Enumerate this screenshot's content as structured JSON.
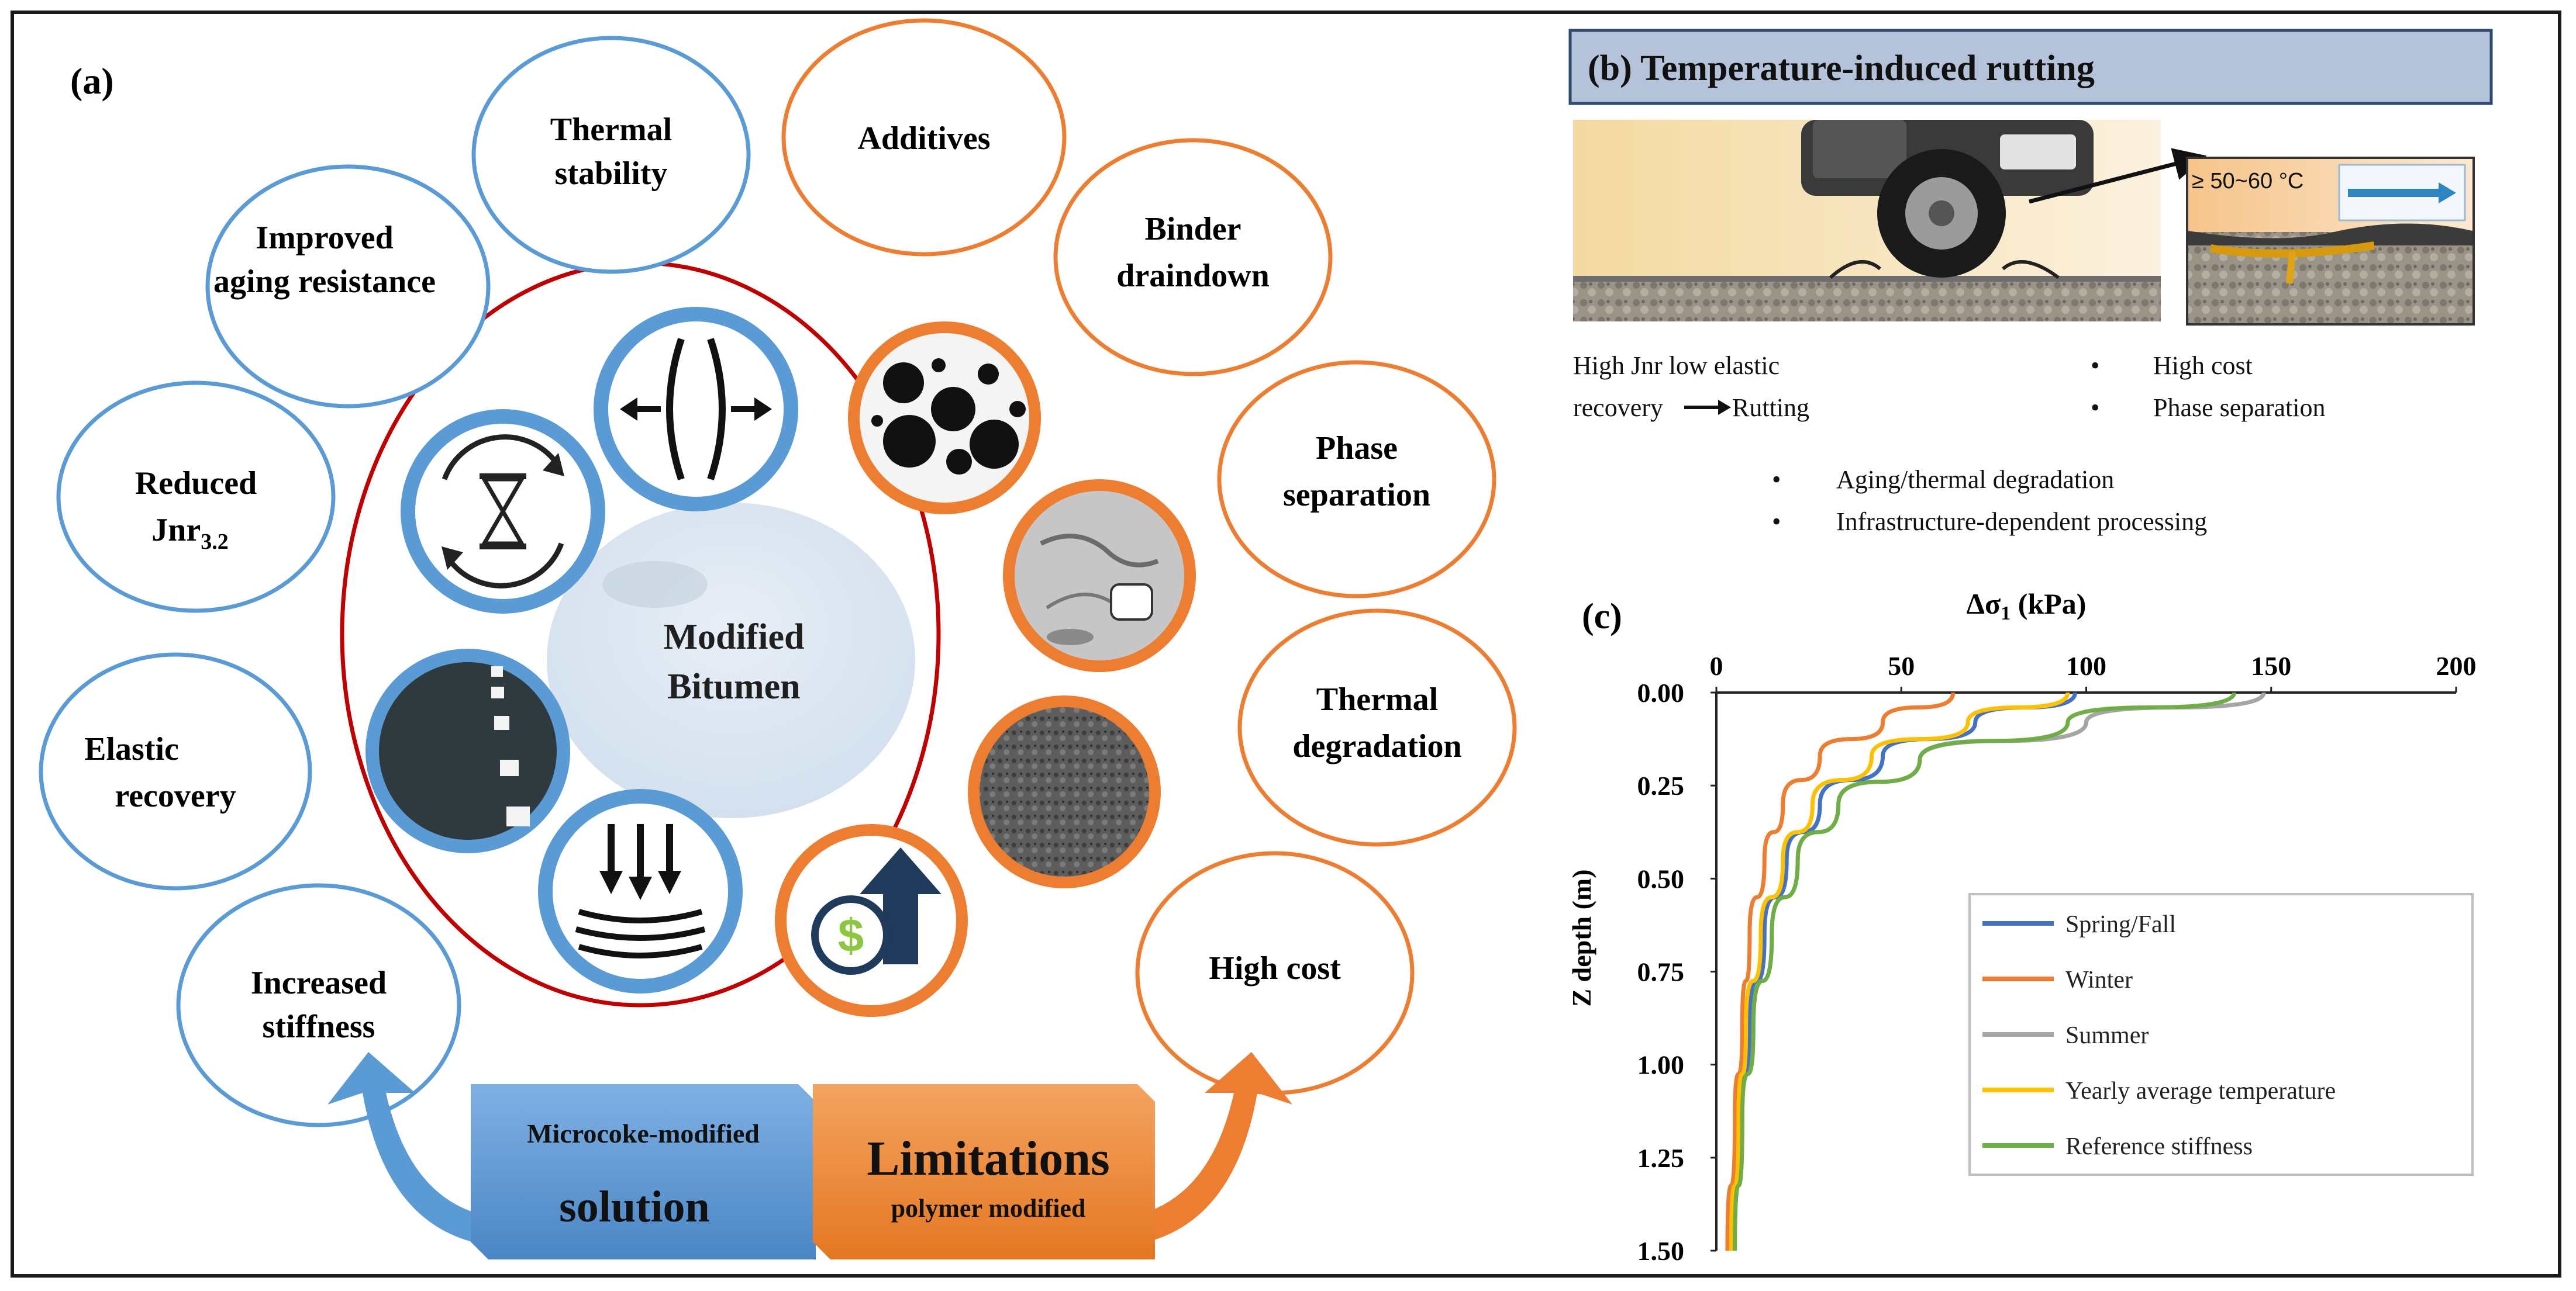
{
  "panel_a": {
    "label": "(a)",
    "center": {
      "line1": "Modified",
      "line2": "Bitumen"
    },
    "benefits": [
      {
        "id": "thermal-stability",
        "lines": [
          "Thermal",
          "stability"
        ]
      },
      {
        "id": "improved-aging-resistance",
        "lines": [
          "Improved",
          "aging resistance"
        ]
      },
      {
        "id": "reduced-jnr",
        "main": "Reduced",
        "jnr": "Jnr",
        "sub": "3.2"
      },
      {
        "id": "elastic-recovery",
        "lines": [
          "Elastic",
          "recovery"
        ]
      },
      {
        "id": "increased-stiffness",
        "lines": [
          "Increased",
          "stiffness"
        ]
      }
    ],
    "limitations": [
      {
        "id": "additives",
        "lines": [
          "Additives"
        ]
      },
      {
        "id": "binder-draindown",
        "lines": [
          "Binder",
          "draindown"
        ]
      },
      {
        "id": "phase-separation",
        "lines": [
          "Phase",
          "separation"
        ]
      },
      {
        "id": "thermal-degradation",
        "lines": [
          "Thermal",
          "degradation"
        ]
      },
      {
        "id": "high-cost",
        "lines": [
          "High cost"
        ]
      }
    ],
    "solution_box": {
      "small": "Microcoke-modified",
      "big": "solution"
    },
    "limitation_box": {
      "big": "Limitations",
      "small": "polymer modified"
    },
    "icons": [
      "expansion-icon",
      "bubbles-photo-icon",
      "cracked-pavement-icon",
      "rough-surface-icon",
      "cost-increase-icon",
      "compression-load-icon",
      "road-lane-icon",
      "hourglass-cycle-icon"
    ],
    "colors": {
      "blue": "#5b9bd5",
      "orange": "#ed7d31",
      "red_ring": "#c00000",
      "center_fill": "#dce6f1"
    }
  },
  "panel_b": {
    "title": "(b) Temperature-induced  rutting",
    "temp_label": "≥ 50~60 °C",
    "left_text": {
      "line1": "High  Jnr  low  elastic",
      "line2a": "recovery",
      "line2b": "Rutting"
    },
    "bullets_right": [
      "High  cost",
      "Phase separation"
    ],
    "bullets_center": [
      "Aging/thermal  degradation",
      "Infrastructure-dependent  processing"
    ]
  },
  "chart_data": {
    "type": "line",
    "panel_label": "(c)",
    "xlabel": "Δσ",
    "xlabel_sub": "1",
    "xlabel_unit": " (kPa)",
    "ylabel": "Z depth (m)",
    "x_axis_position": "top",
    "xlim": [
      0,
      200
    ],
    "ylim": [
      0,
      1.5
    ],
    "y_inverted": true,
    "x_ticks": [
      "0",
      "50",
      "100",
      "150",
      "200"
    ],
    "y_ticks": [
      "0.00",
      "0.25",
      "0.50",
      "0.75",
      "1.00",
      "1.25",
      "1.50"
    ],
    "legend_position": "lower-right",
    "series": [
      {
        "name": "Spring/Fall",
        "color": "#4472c4",
        "points": [
          [
            97,
            0
          ],
          [
            70,
            0.08
          ],
          [
            45,
            0.17
          ],
          [
            28,
            0.3
          ],
          [
            19,
            0.45
          ],
          [
            13,
            0.65
          ],
          [
            9,
            0.9
          ],
          [
            6,
            1.15
          ],
          [
            4,
            1.5
          ]
        ]
      },
      {
        "name": "Winter",
        "color": "#ed7d31",
        "points": [
          [
            64,
            0
          ],
          [
            45,
            0.08
          ],
          [
            28,
            0.17
          ],
          [
            18,
            0.3
          ],
          [
            13,
            0.45
          ],
          [
            9,
            0.65
          ],
          [
            7,
            0.9
          ],
          [
            5,
            1.15
          ],
          [
            3,
            1.5
          ]
        ]
      },
      {
        "name": "Summer",
        "color": "#a5a5a5",
        "points": [
          [
            148,
            0
          ],
          [
            100,
            0.08
          ],
          [
            55,
            0.18
          ],
          [
            33,
            0.3
          ],
          [
            22,
            0.45
          ],
          [
            15,
            0.65
          ],
          [
            10,
            0.9
          ],
          [
            7,
            1.15
          ],
          [
            5,
            1.5
          ]
        ]
      },
      {
        "name": "Yearly average temperature",
        "color": "#ffc000",
        "points": [
          [
            95,
            0
          ],
          [
            68,
            0.08
          ],
          [
            42,
            0.17
          ],
          [
            26,
            0.3
          ],
          [
            18,
            0.45
          ],
          [
            12,
            0.65
          ],
          [
            8,
            0.9
          ],
          [
            6,
            1.15
          ],
          [
            4,
            1.5
          ]
        ]
      },
      {
        "name": "Reference stiffness",
        "color": "#70ad47",
        "points": [
          [
            140,
            0
          ],
          [
            95,
            0.08
          ],
          [
            55,
            0.18
          ],
          [
            33,
            0.3
          ],
          [
            22,
            0.45
          ],
          [
            15,
            0.65
          ],
          [
            10,
            0.9
          ],
          [
            7,
            1.15
          ],
          [
            5,
            1.5
          ]
        ]
      }
    ]
  }
}
